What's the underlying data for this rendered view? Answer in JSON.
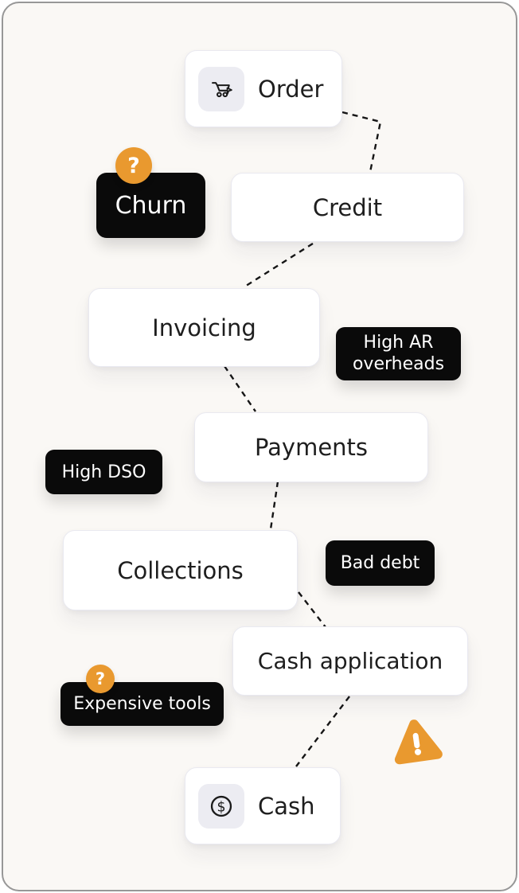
{
  "frame": {
    "background": "#FAF8F5",
    "border_color": "#979797",
    "outer_background": "#FFFFFF"
  },
  "colors": {
    "node_background": "#FFFFFF",
    "node_border": "#E9E9F0",
    "node_text": "#1E1E1E",
    "badge_background": "#0A0A0A",
    "badge_text": "#FFFFFF",
    "accent_orange": "#E9992F",
    "icon_tile_background": "#ECECF2",
    "connector": "#161616"
  },
  "nodes": [
    {
      "id": "order",
      "label": "Order",
      "icon": "cart-icon"
    },
    {
      "id": "credit",
      "label": "Credit",
      "icon": ""
    },
    {
      "id": "invoicing",
      "label": "Invoicing",
      "icon": ""
    },
    {
      "id": "payments",
      "label": "Payments",
      "icon": ""
    },
    {
      "id": "collections",
      "label": "Collections",
      "icon": ""
    },
    {
      "id": "cash_application",
      "label": "Cash application",
      "icon": ""
    },
    {
      "id": "cash",
      "label": "Cash",
      "icon": "dollar-icon"
    }
  ],
  "badges": {
    "churn": {
      "label": "Churn",
      "question_glyph": "?"
    },
    "high_ar_overheads": {
      "label": "High AR overheads"
    },
    "high_dso": {
      "label": "High DSO"
    },
    "bad_debt": {
      "label": "Bad debt"
    },
    "expensive_tools": {
      "label": "Expensive tools",
      "question_glyph": "?"
    }
  },
  "icons": {
    "dollar_glyph": "$",
    "warning_glyph": "!"
  },
  "connections": [
    {
      "from": "Order",
      "to": "Credit",
      "style": "dashed"
    },
    {
      "from": "Credit",
      "to": "Invoicing",
      "style": "dashed"
    },
    {
      "from": "Invoicing",
      "to": "Payments",
      "style": "dashed"
    },
    {
      "from": "Payments",
      "to": "Collections",
      "style": "dashed"
    },
    {
      "from": "Collections",
      "to": "Cash application",
      "style": "dashed"
    },
    {
      "from": "Cash application",
      "to": "Cash",
      "style": "dashed"
    }
  ]
}
